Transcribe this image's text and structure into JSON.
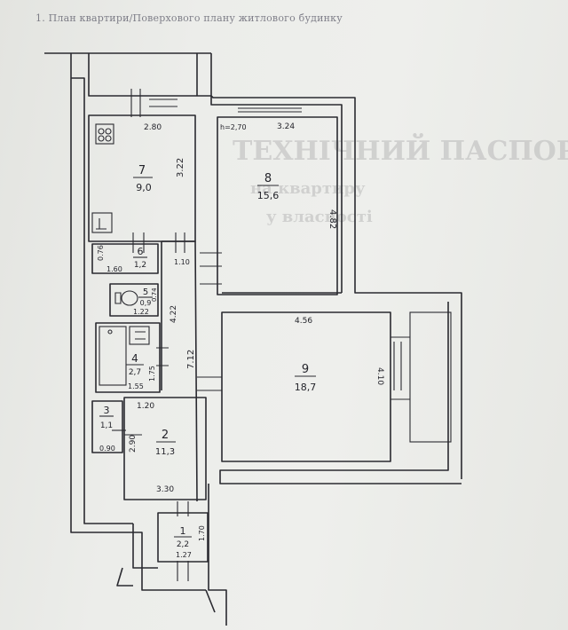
{
  "header": {
    "text": "1. План квартири/Поверхового плану житлового будинку"
  },
  "bleed_text": {
    "line1": "ТЕХНІЧНИЙ ПАСПОРТ",
    "line2": "на квартиру",
    "line3": "у власності"
  },
  "rooms": [
    {
      "number": "7",
      "area": "9,0",
      "dim_a": "2.80",
      "dim_b": "3.22"
    },
    {
      "number": "8",
      "area": "15,6",
      "dim_a": "3.24",
      "dim_b": "4.82",
      "dim_c": "h=2,70"
    },
    {
      "number": "6",
      "area": "1,2",
      "dim_a": "0.76",
      "dim_b": "1.60",
      "dim_c": "1.10"
    },
    {
      "number": "5",
      "area": "0,9",
      "dim_a": "0.74",
      "dim_b": "1.22"
    },
    {
      "number": "4",
      "area": "2,7",
      "dim_a": "1.75",
      "dim_b": "1.55"
    },
    {
      "number": "9",
      "area": "18,7",
      "dim_a": "4.56",
      "dim_b": "4.10"
    },
    {
      "number": "3",
      "area": "1,1",
      "dim_a": "0.90"
    },
    {
      "number": "2",
      "area": "11,3",
      "dim_a": "1.20",
      "dim_b": "2.90",
      "dim_c": "3.30",
      "dim_d": "4.22",
      "dim_e": "7.12"
    },
    {
      "number": "1",
      "area": "2,2",
      "dim_a": "1.70",
      "dim_b": "1.27"
    }
  ],
  "colors": {
    "ink": "#24242b",
    "paper": "#eceeea",
    "ghost_print": "#b9b9b9"
  }
}
